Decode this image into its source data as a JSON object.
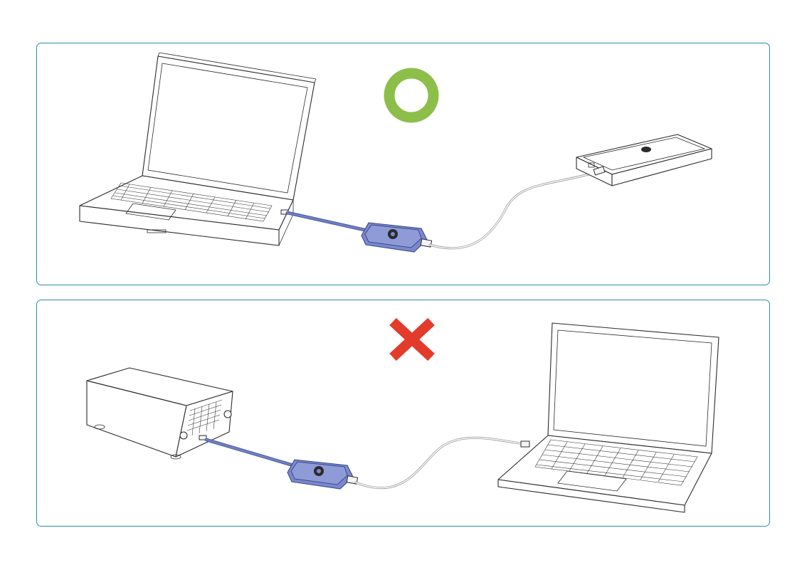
{
  "panels": [
    {
      "id": "correct",
      "status_icon": "green-circle-icon",
      "status_color": "#8cbf4a",
      "meaning": "correct",
      "source_device": "laptop-computer-icon",
      "adapter": "usb-adapter-icon",
      "target_device": "portable-drive-icon"
    },
    {
      "id": "incorrect",
      "status_icon": "red-cross-icon",
      "status_color": "#e33b2b",
      "meaning": "incorrect",
      "source_device": "desktop-enclosure-icon",
      "adapter": "usb-adapter-icon",
      "target_device": "laptop-computer-icon"
    }
  ],
  "colors": {
    "panel_border": "#2a8fa6",
    "adapter": "#7b88cc",
    "cable": "#9a9a9a"
  }
}
